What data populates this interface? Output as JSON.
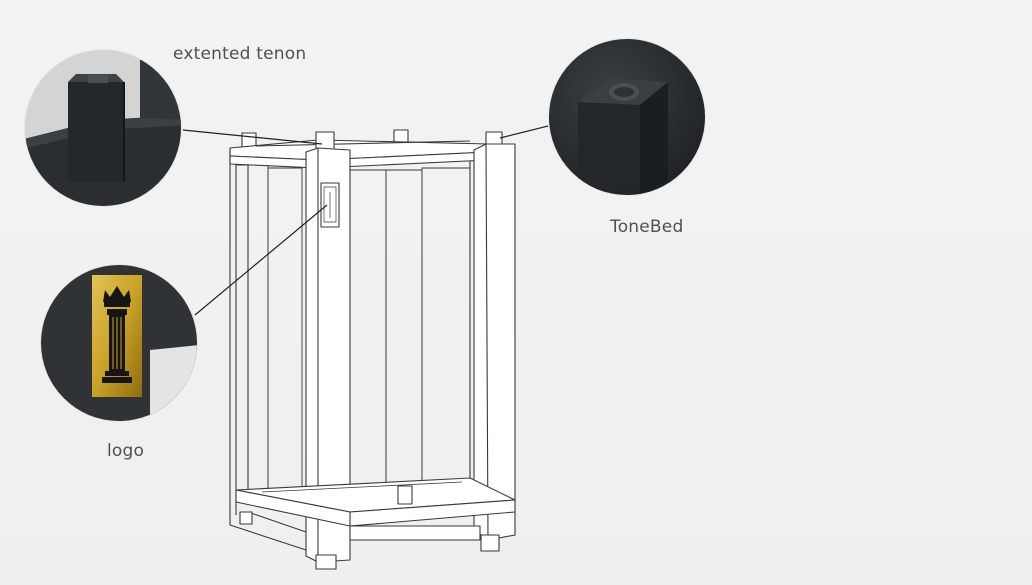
{
  "callouts": [
    {
      "id": "extended-tenon",
      "label": "extented tenon"
    },
    {
      "id": "tonebed",
      "label": "ToneBed"
    },
    {
      "id": "logo",
      "label": "logo"
    }
  ],
  "colors": {
    "background": "#f1f1f1",
    "label": "#505050",
    "sketch_line": "#3a3a3a",
    "leader_line": "#222222",
    "wood_black": "#23272a",
    "logo_gold": "#c9a227"
  },
  "icons": {
    "tenon_detail": "extended-tenon-photo-icon",
    "tonebed_detail": "tonebed-photo-icon",
    "logo_detail": "crowned-column-logo-icon"
  }
}
